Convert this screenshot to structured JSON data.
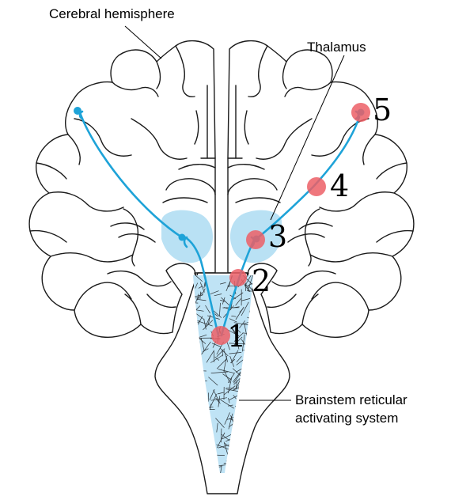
{
  "labels": {
    "cerebral_hemisphere": "Cerebral hemisphere",
    "thalamus": "Thalamus",
    "ras_line1": "Brainstem reticular",
    "ras_line2": "activating system"
  },
  "lesion_sites": [
    "1",
    "2",
    "3",
    "4",
    "5"
  ],
  "colors": {
    "pathway": "#1ea3d8",
    "thalamus_fill": "#b9e1f4",
    "lesion": "#ec5f66"
  }
}
